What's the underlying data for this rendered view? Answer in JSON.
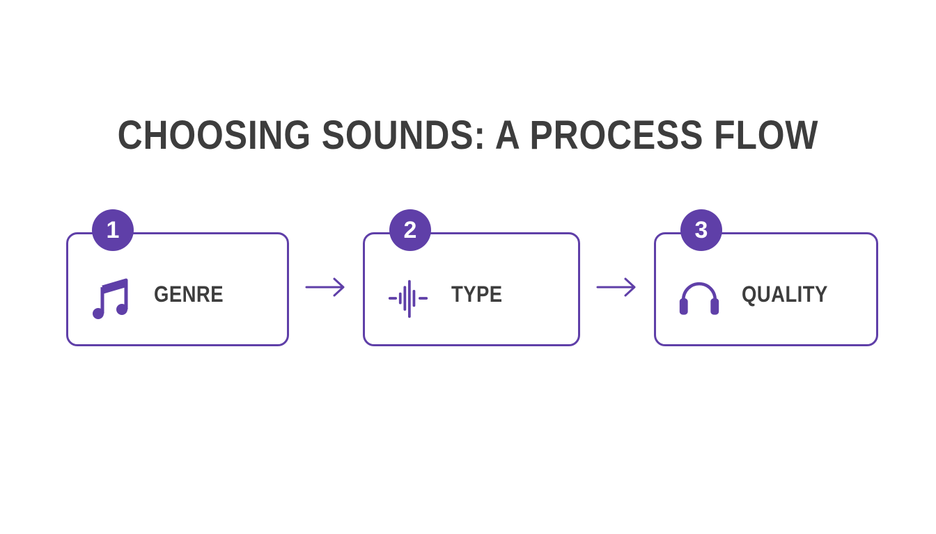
{
  "title": "CHOOSING SOUNDS: A PROCESS FLOW",
  "colors": {
    "accent": "#5f3fa8",
    "text": "#3d3d3d",
    "background": "#ffffff",
    "badge_text": "#ffffff"
  },
  "steps": [
    {
      "number": "1",
      "label": "GENRE",
      "icon": "music-note-icon"
    },
    {
      "number": "2",
      "label": "TYPE",
      "icon": "sound-wave-icon"
    },
    {
      "number": "3",
      "label": "QUALITY",
      "icon": "headphones-icon"
    }
  ],
  "connectors": [
    {
      "from": "1",
      "to": "2",
      "icon": "arrow-right-icon"
    },
    {
      "from": "2",
      "to": "3",
      "icon": "arrow-right-icon"
    }
  ]
}
